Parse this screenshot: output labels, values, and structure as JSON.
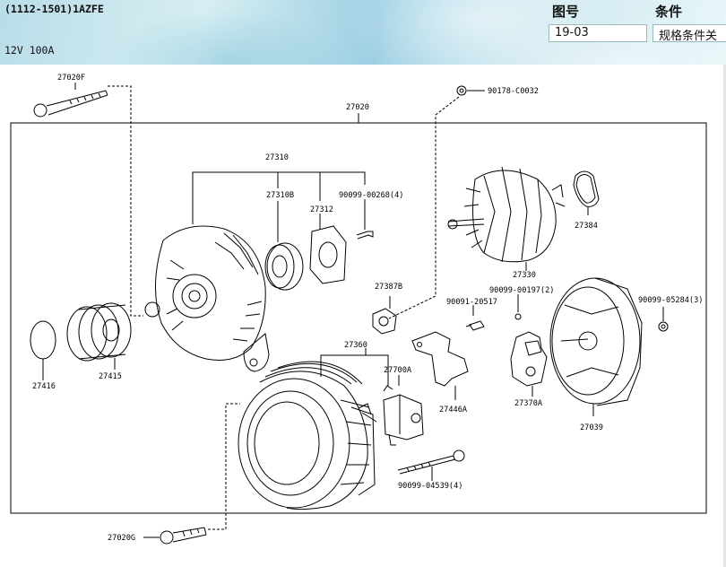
{
  "header": {
    "model_code": "(1112-1501)1AZFE",
    "spec": "12V 100A",
    "figure_label": "图号",
    "figure_value": "19-03",
    "condition_label": "条件",
    "condition_value": "规格条件关"
  },
  "parts": {
    "p27020F": "27020F",
    "p27020": "27020",
    "p90178": "90178-C0032",
    "p27310": "27310",
    "p27310B": "27310B",
    "p27312": "27312",
    "p90099_00268": "90099-00268(4)",
    "p27384": "27384",
    "p27330": "27330",
    "p27387B": "27387B",
    "p90091": "90091-20517",
    "p90099_00197": "90099-00197(2)",
    "p90099_05284": "90099-05284(3)",
    "p27360": "27360",
    "p27700A": "27700A",
    "p27446A": "27446A",
    "p27370A": "27370A",
    "p27039": "27039",
    "p27416": "27416",
    "p27415": "27415",
    "p90099_04539": "90099-04539(4)",
    "p27020G": "27020G"
  }
}
